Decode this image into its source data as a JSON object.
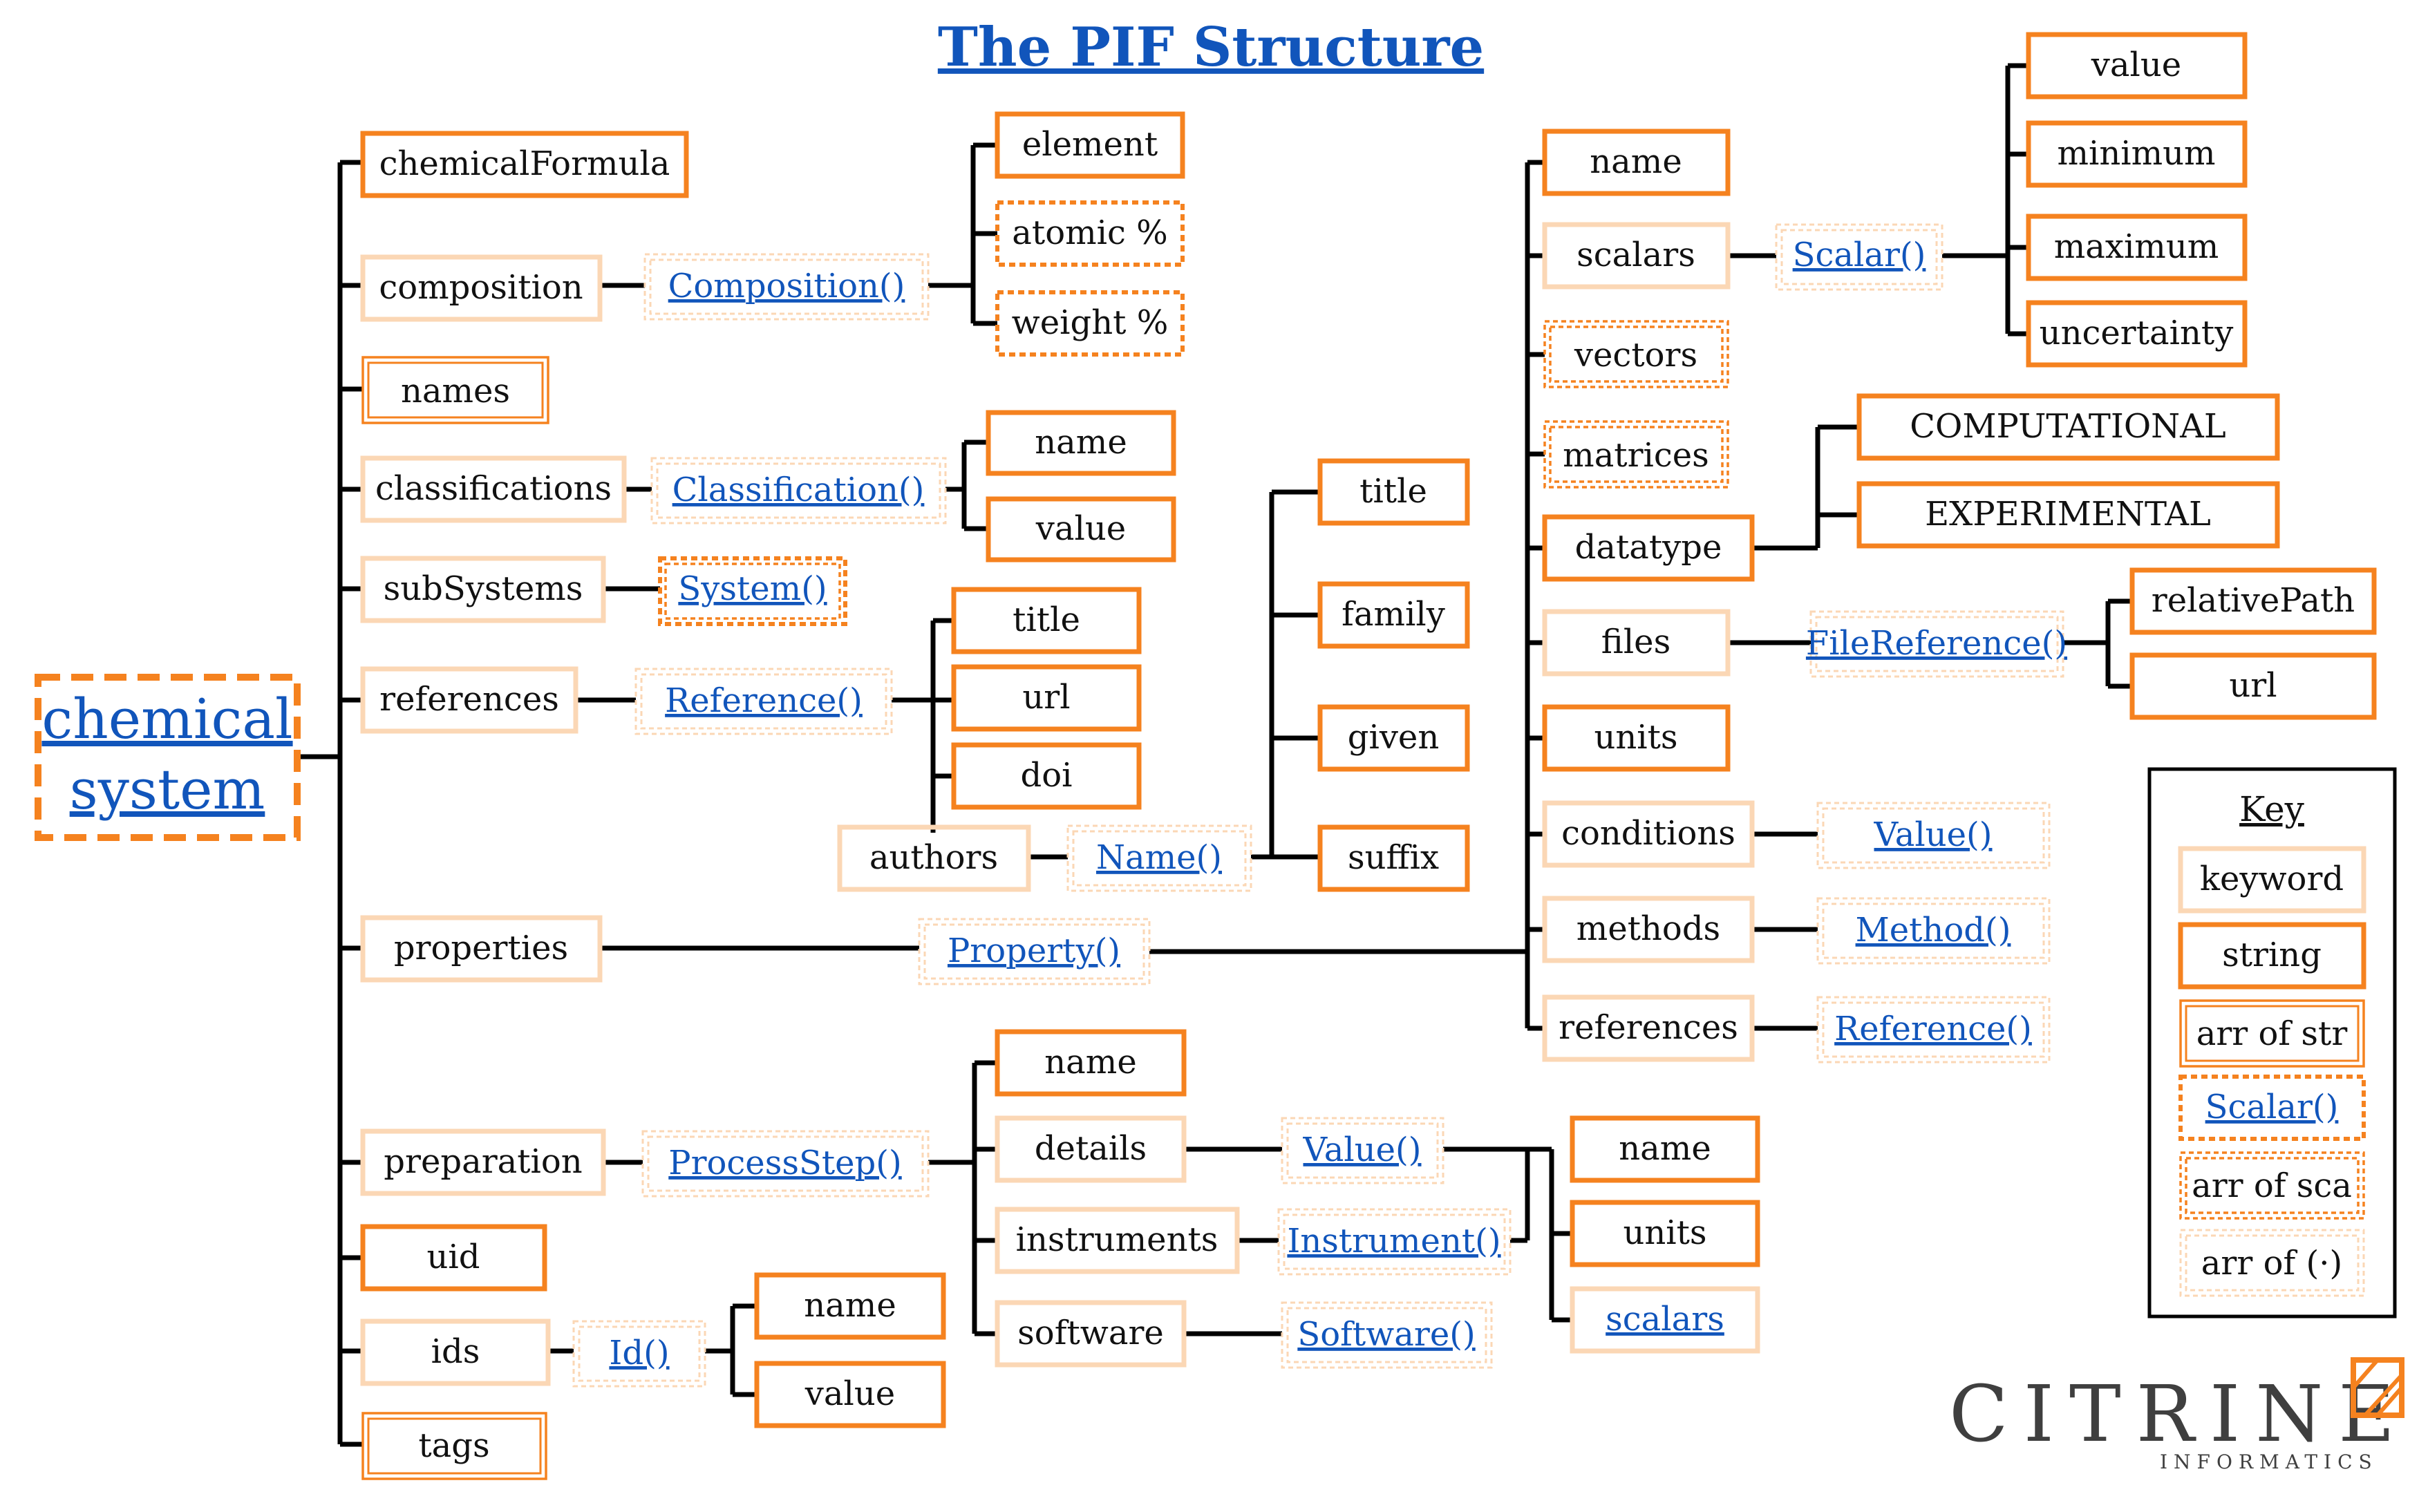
{
  "title": "The PIF Structure",
  "root": {
    "line1": "chemical",
    "line2": "system"
  },
  "nodes": {
    "chemicalFormula": "chemicalFormula",
    "composition": "composition",
    "names": "names",
    "classifications": "classifications",
    "subSystems": "subSystems",
    "references": "references",
    "properties": "properties",
    "preparation": "preparation",
    "uid": "uid",
    "ids": "ids",
    "tags": "tags",
    "comp_fn": "Composition()",
    "comp_element": "element",
    "comp_atomic": "atomic %",
    "comp_weight": "weight %",
    "class_fn": "Classification()",
    "class_name": "name",
    "class_value": "value",
    "system_fn": "System()",
    "ref_fn": "Reference()",
    "ref_title": "title",
    "ref_url": "url",
    "ref_doi": "doi",
    "ref_authors": "authors",
    "name_fn": "Name()",
    "name_title": "title",
    "name_family": "family",
    "name_given": "given",
    "name_suffix": "suffix",
    "prop_fn": "Property()",
    "prop_name": "name",
    "prop_scalars": "scalars",
    "prop_vectors": "vectors",
    "prop_matrices": "matrices",
    "prop_datatype": "datatype",
    "prop_files": "files",
    "prop_units": "units",
    "prop_conditions": "conditions",
    "prop_methods": "methods",
    "prop_references": "references",
    "scalar_fn": "Scalar()",
    "scalar_value": "value",
    "scalar_minimum": "minimum",
    "scalar_maximum": "maximum",
    "scalar_uncertainty": "uncertainty",
    "dt_computational": "COMPUTATIONAL",
    "dt_experimental": "EXPERIMENTAL",
    "file_fn": "FileReference()",
    "file_relativePath": "relativePath",
    "file_url": "url",
    "cond_fn": "Value()",
    "meth_fn": "Method()",
    "pref_fn": "Reference()",
    "prep_fn": "ProcessStep()",
    "prep_name": "name",
    "prep_details": "details",
    "prep_instruments": "instruments",
    "prep_software": "software",
    "val_fn": "Value()",
    "val_name": "name",
    "val_units": "units",
    "val_scalars": "scalars",
    "instr_fn": "Instrument()",
    "soft_fn": "Software()",
    "id_fn": "Id()",
    "id_name": "name",
    "id_value": "value"
  },
  "key": {
    "title": "Key",
    "keyword": "keyword",
    "string": "string",
    "arr_of_str": "arr of str",
    "scalar": "Scalar()",
    "arr_of_sca": "arr of sca",
    "arr_of_obj": "arr of (·)"
  },
  "logo": {
    "name": "CITRINE",
    "sub": "INFORMATICS"
  },
  "colors": {
    "accent": "#f5821f",
    "keyword_border": "#fbd7b5",
    "link": "#1155bb",
    "line": "#000000"
  }
}
